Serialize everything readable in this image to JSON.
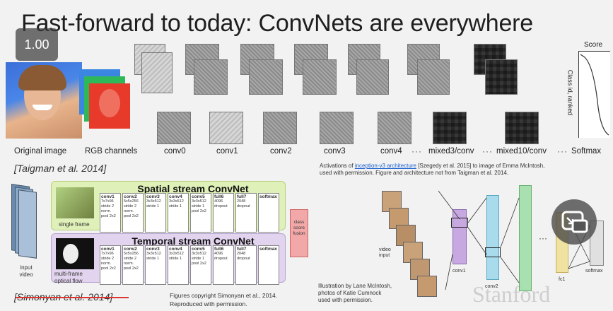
{
  "overlay": {
    "speed": "1.00"
  },
  "slide": {
    "title": "Fast-forward to today: ConvNets are everywhere",
    "labels": {
      "original": "Original image",
      "rgb": "RGB channels",
      "conv0": "conv0",
      "conv1": "conv1",
      "conv2": "conv2",
      "conv3": "conv3",
      "conv4": "conv4",
      "dots1": "···",
      "mixed3": "mixed3/conv",
      "dots2": "···",
      "mixed10": "mixed10/conv",
      "dots3": "···",
      "softmax": "Softmax"
    },
    "score_label": "Score",
    "class_axis": "Class id, ranked",
    "cite_taigman": "[Taigman et al. 2014]",
    "activations_note_1": "Activations of",
    "activations_link": "inception-v3 architecture",
    "activations_note_2": "[Szegedy et al. 2015] to image of Emma McIntosh,",
    "activations_note_3": "used with permission. Figure and architecture not from Taigman et al. 2014.",
    "spatial_title": "Spatial stream ConvNet",
    "temporal_title": "Temporal stream ConvNet",
    "single_frame": "single frame",
    "multi_frame": "multi-frame optical flow",
    "input_video": "input video",
    "class_fusion": "class score fusion",
    "layers": [
      {
        "name": "conv1",
        "l1": "7x7x96",
        "l2": "stride 2",
        "l3": "norm.",
        "l4": "pool 2x2"
      },
      {
        "name": "conv2",
        "l1": "5x5x256",
        "l2": "stride 2",
        "l3": "norm.",
        "l4": "pool 2x2"
      },
      {
        "name": "conv3",
        "l1": "3x3x512",
        "l2": "stride 1",
        "l3": "",
        "l4": ""
      },
      {
        "name": "conv4",
        "l1": "3x3x512",
        "l2": "stride 1",
        "l3": "",
        "l4": ""
      },
      {
        "name": "conv5",
        "l1": "3x3x512",
        "l2": "stride 1",
        "l3": "pool 2x2",
        "l4": ""
      },
      {
        "name": "full6",
        "l1": "4096",
        "l2": "dropout",
        "l3": "",
        "l4": ""
      },
      {
        "name": "full7",
        "l1": "2048",
        "l2": "dropout",
        "l3": "",
        "l4": ""
      },
      {
        "name": "softmax",
        "l1": "",
        "l2": "",
        "l3": "",
        "l4": ""
      }
    ],
    "cite_simonyan": "[Simonyan et al. 2014]",
    "copyright_1": "Figures copyright Simonyan et al., 2014.",
    "copyright_2": "Reproduced with permission.",
    "illus_1": "Illustration by Lane McIntosh,",
    "illus_2": "photos of Katie Cumnock",
    "illus_3": "used with permission.",
    "video_input": "video input",
    "net_conv1": "conv1",
    "net_conv2": "conv2",
    "net_fc1": "fc1",
    "net_softmax": "softmax",
    "net_dots": "···",
    "watermark": "Stanford"
  }
}
